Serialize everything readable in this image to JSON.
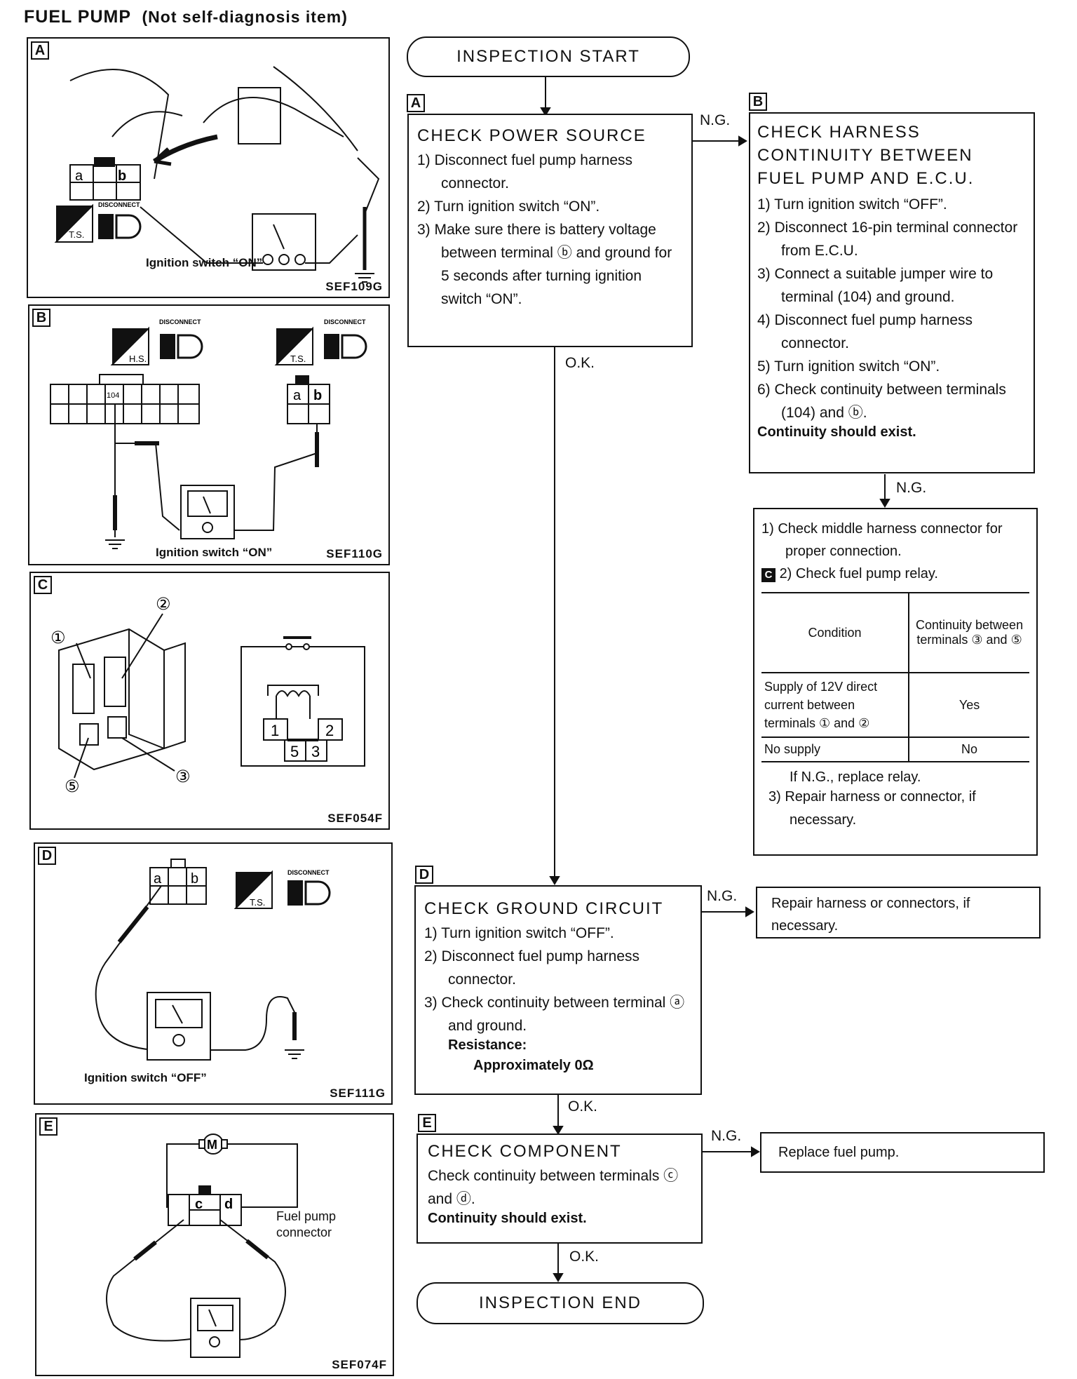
{
  "page": {
    "title": "FUEL PUMP",
    "subtitle": "(Not self-diagnosis item)"
  },
  "figures": {
    "A": {
      "label": "A",
      "code": "SEF109G",
      "caption": "Ignition switch “ON”",
      "pin_a": "a",
      "pin_b": "b",
      "icon_ts": "T.S.",
      "icon_disconnect": "DISCONNECT"
    },
    "B": {
      "label": "B",
      "code": "SEF110G",
      "caption": "Ignition switch “ON”",
      "pin_104": "104",
      "pin_a": "a",
      "pin_b": "b",
      "icon_hs": "H.S.",
      "icon_ts": "T.S.",
      "icon_disconnect": "DISCONNECT"
    },
    "C": {
      "label": "C",
      "code": "SEF054F",
      "n1": "①",
      "n2": "②",
      "n3": "③",
      "n5": "⑤",
      "t1": "1",
      "t2": "2",
      "t3": "3",
      "t5": "5"
    },
    "D": {
      "label": "D",
      "code": "SEF111G",
      "caption": "Ignition switch “OFF”",
      "pin_a": "a",
      "pin_b": "b",
      "icon_ts": "T.S.",
      "icon_disconnect": "DISCONNECT"
    },
    "E": {
      "label": "E",
      "code": "SEF074F",
      "caption": "Fuel pump connector",
      "pin_c": "c",
      "pin_d": "d",
      "motor": "M"
    }
  },
  "flow": {
    "start": "INSPECTION START",
    "end": "INSPECTION END",
    "ok": "O.K.",
    "ng": "N.G.",
    "stepA": {
      "label": "A",
      "title": "CHECK POWER SOURCE",
      "items": [
        "1) Disconnect fuel pump harness connector.",
        "2) Turn ignition switch “ON”.",
        "3) Make sure there is battery voltage between terminal ⓑ and ground for 5 seconds after turning ignition switch “ON”."
      ]
    },
    "stepB": {
      "label": "B",
      "title": "CHECK HARNESS CONTINUITY BETWEEN FUEL PUMP AND E.C.U.",
      "items": [
        "1) Turn ignition switch “OFF”.",
        "2) Disconnect 16-pin terminal connector from E.C.U.",
        "3) Connect a suitable jumper wire to terminal (104) and ground.",
        "4) Disconnect fuel pump harness connector.",
        "5) Turn ignition switch “ON”.",
        "6) Check continuity between terminals (104) and ⓑ."
      ],
      "result": "Continuity should exist."
    },
    "repair1": {
      "item1": "1) Check middle harness connector for proper connection.",
      "item2_label": "C",
      "item2": "2) Check fuel pump relay.",
      "table_head_condition": "Condition",
      "table_head_continuity": "Continuity between terminals ③ and ⑤",
      "row1_condition": "Supply of 12V direct current between terminals ① and ②",
      "row1_value": "Yes",
      "row2_condition": "No supply",
      "row2_value": "No",
      "note": "If N.G., replace relay.",
      "item3": "3) Repair harness or connector, if necessary."
    },
    "stepD": {
      "label": "D",
      "title": "CHECK GROUND CIRCUIT",
      "items": [
        "1) Turn ignition switch “OFF”.",
        "2) Disconnect fuel pump harness connector.",
        "3) Check continuity between terminal ⓐ and ground."
      ],
      "resistance_label": "Resistance:",
      "resistance_value": "Approximately 0Ω"
    },
    "repair2": "Repair harness or connectors, if necessary.",
    "stepE": {
      "label": "E",
      "title": "CHECK COMPONENT",
      "text": "Check continuity between terminals ⓒ and ⓓ.",
      "result": "Continuity should exist."
    },
    "repair3": "Replace fuel pump."
  }
}
